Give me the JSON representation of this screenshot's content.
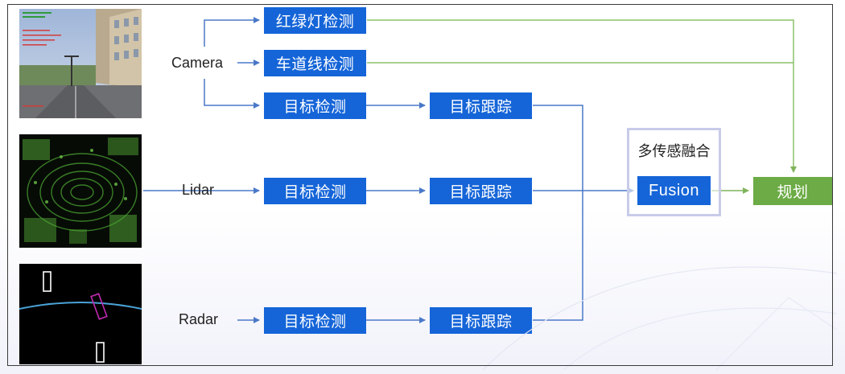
{
  "sensors": {
    "camera": "Camera",
    "lidar": "Lidar",
    "radar": "Radar"
  },
  "camera_tasks": {
    "traffic_light": "红绿灯检测",
    "lane": "车道线检测",
    "detect": "目标检测",
    "track": "目标跟踪"
  },
  "lidar_tasks": {
    "detect": "目标检测",
    "track": "目标跟踪"
  },
  "radar_tasks": {
    "detect": "目标检测",
    "track": "目标跟踪"
  },
  "fusion": {
    "group_title": "多传感融合",
    "node": "Fusion"
  },
  "planning": "规划",
  "colors": {
    "task_blue": "#1565d8",
    "planning_green": "#6cab45",
    "blue_line": "#4a78c9",
    "green_line": "#8cc06a",
    "fusion_border": "#c9cbe9"
  }
}
